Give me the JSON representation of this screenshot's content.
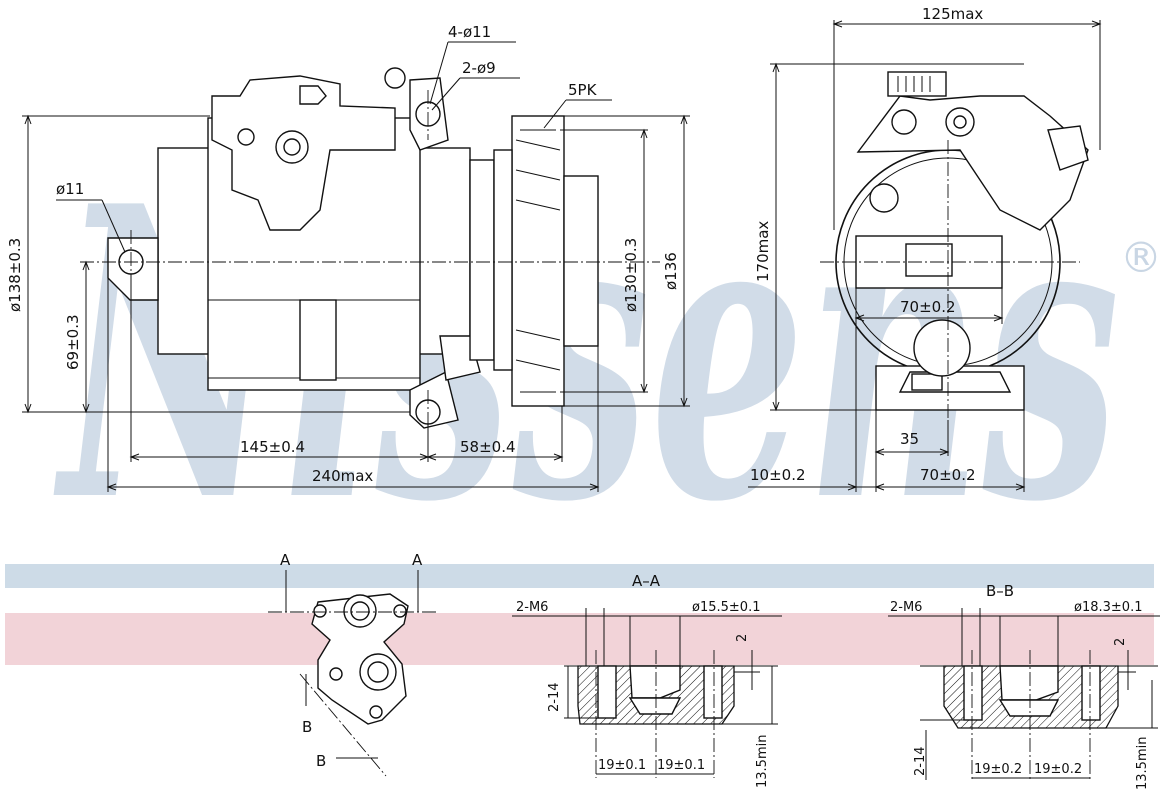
{
  "brand": {
    "watermark": "Nissens",
    "registered_mark": "®",
    "watermark_color": "#c9d6e4",
    "band_blue": "#cddbe7",
    "band_pink": "#f2d3d8"
  },
  "side_view": {
    "dia_138": "ø138±0.3",
    "dia_11": "ø11",
    "dim_69": "69±0.3",
    "dim_145": "145±0.4",
    "dim_58": "58±0.4",
    "dim_240": "240max",
    "holes_4_11": "4-ø11",
    "holes_2_9": "2-ø9",
    "pulley": "5PK",
    "dia_130": "ø130±0.3",
    "dia_136": "ø136"
  },
  "front_view": {
    "dim_125": "125max",
    "dim_170": "170max",
    "dim_70_top": "70±0.2",
    "dim_35": "35",
    "dim_10": "10±0.2",
    "dim_70_bottom": "70±0.2"
  },
  "port_view": {
    "label_a_left": "A",
    "label_a_right": "A",
    "label_b_left": "B",
    "label_b_bottom": "B"
  },
  "section_aa": {
    "title": "A–A",
    "thread": "2-M6",
    "dia": "ø15.5±0.1",
    "depth": "2",
    "thread_depth": "2-14",
    "pitch_left": "19±0.1",
    "pitch_right": "19±0.1",
    "min_depth": "13.5min"
  },
  "section_bb": {
    "title": "B–B",
    "thread": "2-M6",
    "dia": "ø18.3±0.1",
    "depth": "2",
    "thread_depth": "2-14",
    "pitch_left": "19±0.2",
    "pitch_right": "19±0.2",
    "min_depth": "13.5min"
  }
}
